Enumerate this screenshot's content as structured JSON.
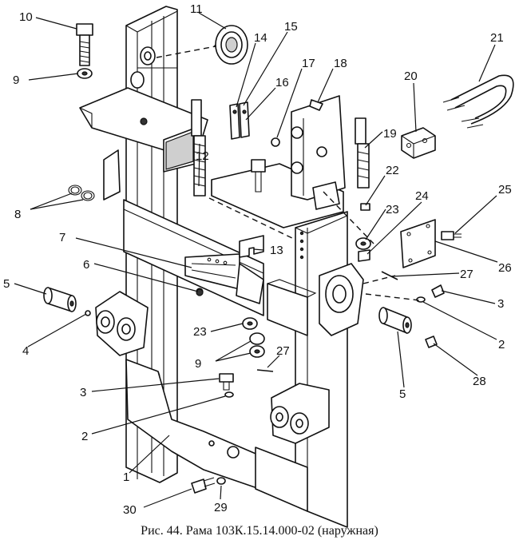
{
  "caption": "Рис. 44. Рама 103К.15.14.000-02 (наружная)",
  "callouts": [
    "1",
    "2",
    "2",
    "3",
    "3",
    "4",
    "5",
    "5",
    "6",
    "7",
    "8",
    "9",
    "9",
    "10",
    "11",
    "12",
    "13",
    "14",
    "15",
    "16",
    "17",
    "18",
    "19",
    "20",
    "21",
    "22",
    "23",
    "23",
    "24",
    "25",
    "26",
    "27",
    "27",
    "28",
    "29",
    "30"
  ]
}
